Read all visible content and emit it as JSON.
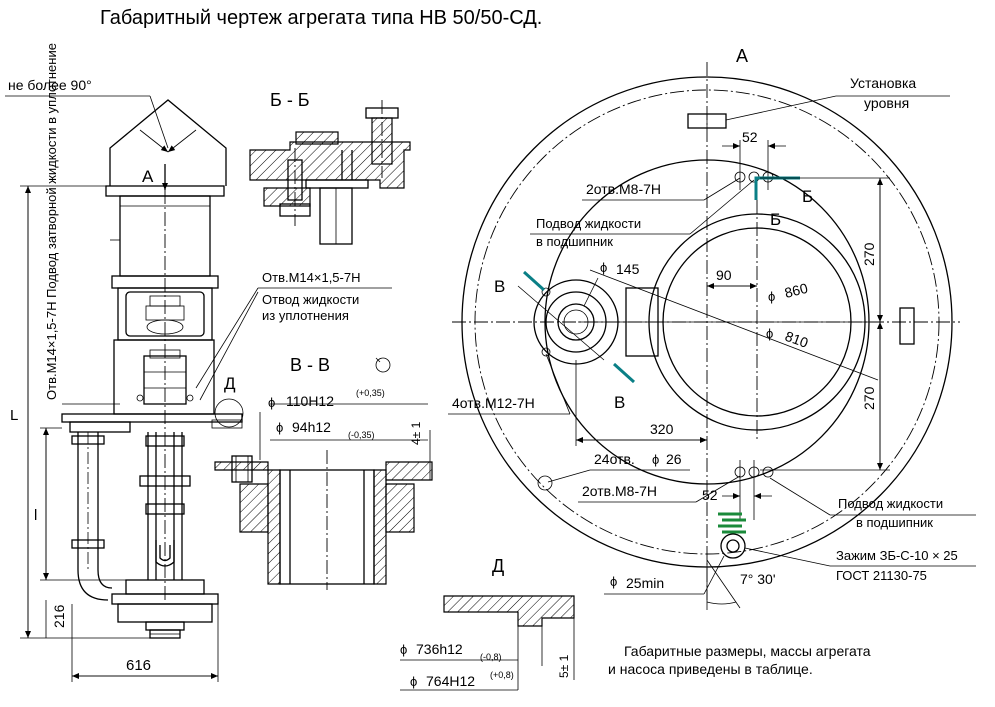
{
  "title": "Габаритный чертеж агрегата типа НВ 50/50-СД.",
  "view_labels": {
    "a_top": "А",
    "a_arrow": "А",
    "bb": "Б - Б",
    "vv": "В - В",
    "d_left": "Д",
    "d_detail": "Д",
    "b_upper": "Б",
    "b_lower": "Б",
    "v_upper": "В",
    "v_lower": "В"
  },
  "left_view": {
    "angle_note": "не более 90°",
    "side_note": "Отв.М14×1,5-7Н Подвод затворной жидкости в уплотнение",
    "hole_note": "Отв.М14×1,5-7Н",
    "drain_note_1": "Отвод жидкости",
    "drain_note_2": "из уплотнения",
    "dim_L": "L",
    "dim_l": "l",
    "dim_216": "216",
    "dim_616": "616"
  },
  "section_vv": {
    "d110": "110Н12",
    "d110_tol": "(+0,35)",
    "d94": "94h12",
    "d94_tol": "(-0,35)",
    "dim_4": "4± 1",
    "phi": "ϕ"
  },
  "detail_d": {
    "d736": "736h12",
    "d736_tol": "(-0,8)",
    "d764": "764Н12",
    "d764_tol": "(+0,8)",
    "dim_5": "5± 1",
    "phi": "ϕ"
  },
  "plan_view": {
    "level_1": "Установка",
    "level_2": "уровня",
    "dim_52_top": "52",
    "holes_m8_top": "2отв.М8-7Н",
    "supply_1": "Подвод жидкости",
    "supply_2": "в подшипник",
    "d145": "145",
    "d90": "90",
    "d860": "860",
    "d810": "810",
    "dim_270_top": "270",
    "dim_270_bottom": "270",
    "holes_m12": "4отв.М12-7Н",
    "dim_320": "320",
    "holes_24": "24отв.",
    "holes_24_d": "26",
    "holes_m8_bottom": "2отв.М8-7Н",
    "dim_52_bottom": "52",
    "supply_b_1": "Подвод  жидкости",
    "supply_b_2": "в подшипник",
    "clamp_1": "Зажим ЗБ-С-10 × 25",
    "clamp_2": "ГОСТ 21130-75",
    "d25": "25min",
    "angle": "7° 30'",
    "phi": "ϕ"
  },
  "footnote_1": "Габаритные размеры, массы агрегата",
  "footnote_2": "и  насоса  приведены  в  таблице."
}
